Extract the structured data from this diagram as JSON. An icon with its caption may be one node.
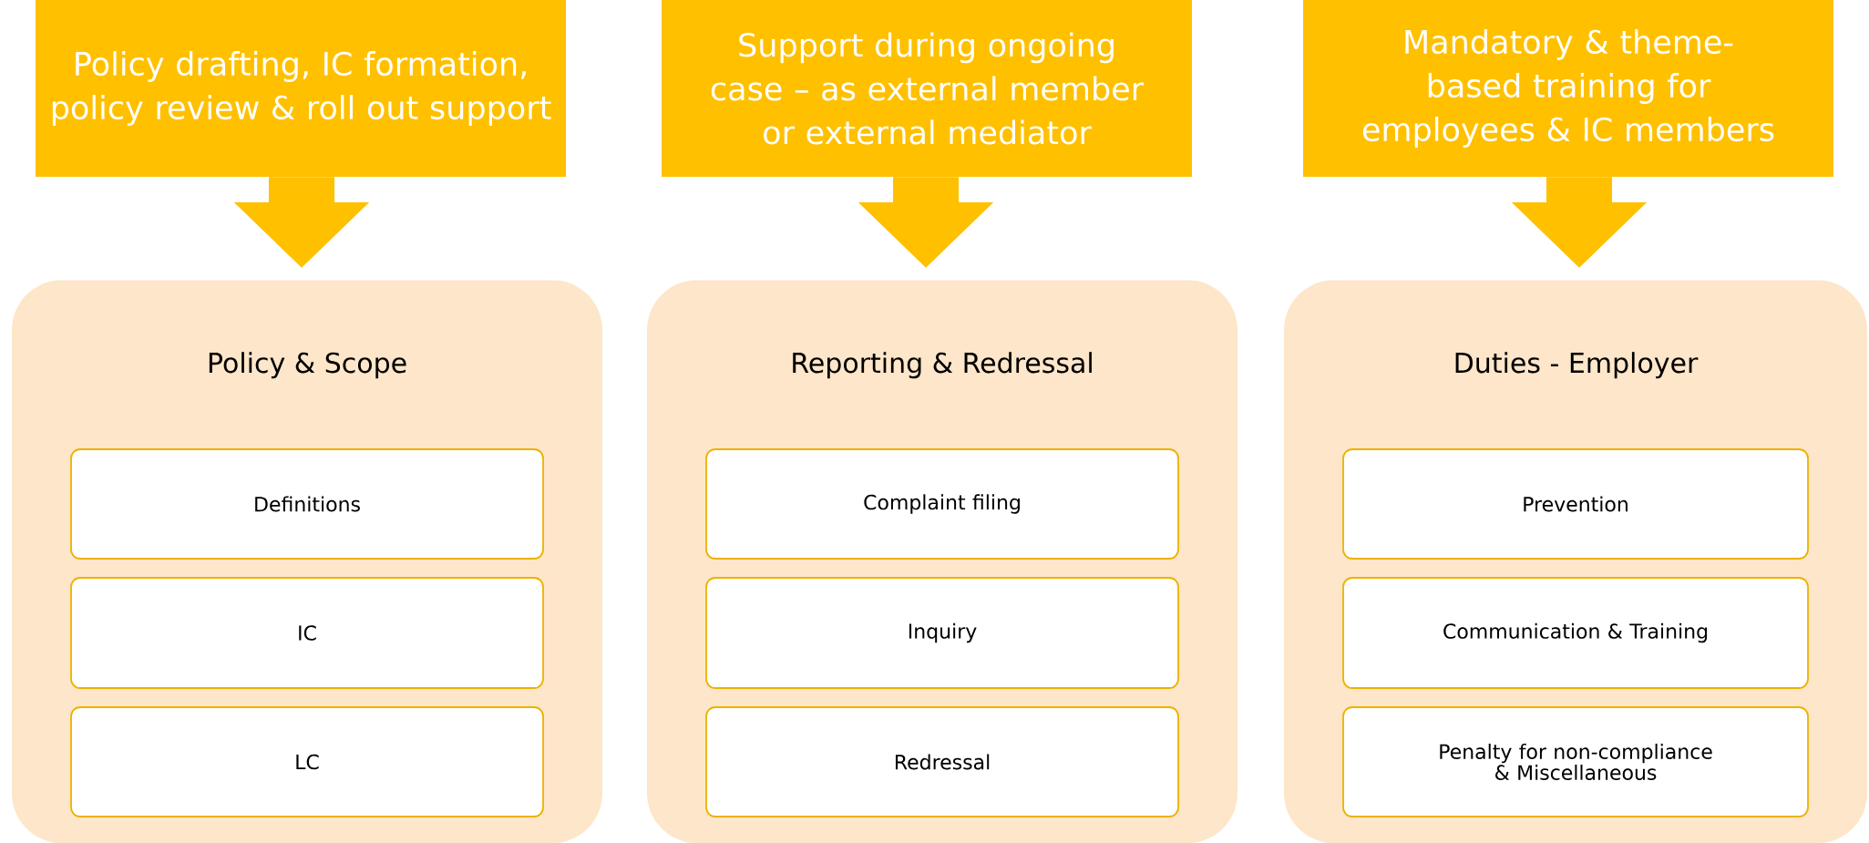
{
  "diagram": {
    "nodes": [
      {
        "text": [
          "Policy drafting, IC formation, policy review & roll out support"
        ]
      },
      {
        "text": [
          "Support during ongoing case – as external member or external mediator"
        ]
      },
      {
        "text": [
          "Mandatory & theme-based training for employees & IC members"
        ]
      },
      {
        "text": [
          "Policy & Scope"
        ]
      },
      {
        "text": [
          "Definitions"
        ],
        "in": 3
      },
      {
        "text": [
          "IC"
        ],
        "in": 3
      },
      {
        "text": [
          "LC"
        ],
        "in": 3
      },
      {
        "text": [
          "Reporting & Redressal"
        ]
      },
      {
        "text": [
          "Complaint filing"
        ],
        "in": 7
      },
      {
        "text": [
          "Inquiry"
        ],
        "in": 7
      },
      {
        "text": [
          "Redressal"
        ],
        "in": 7
      },
      {
        "text": [
          "Duties - Employer"
        ]
      },
      {
        "text": [
          "Prevention"
        ],
        "in": 11
      },
      {
        "text": [
          "Communication & Training"
        ],
        "in": 11
      },
      {
        "text": [
          "Penalty for non-compliance & Miscellaneous"
        ],
        "in": 11
      }
    ],
    "edges": [
      {
        "from": 0,
        "to": 3,
        "arrow": "to"
      },
      {
        "from": 1,
        "to": 7,
        "arrow": "to"
      },
      {
        "from": 2,
        "to": 11,
        "arrow": "to"
      }
    ]
  }
}
